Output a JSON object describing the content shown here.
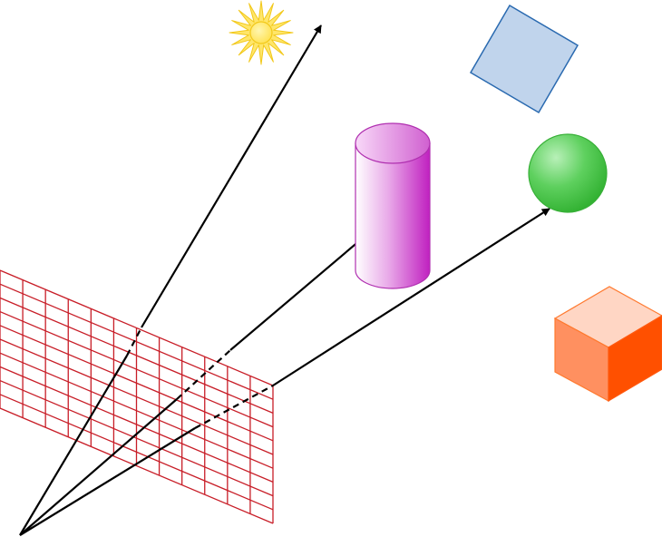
{
  "diagram": {
    "type": "ray-tracing-illustration",
    "labels": [],
    "elements": [
      {
        "name": "camera-eye-point"
      },
      {
        "name": "image-plane-grid",
        "columns": 12,
        "rows": 10
      },
      {
        "name": "ray-to-light"
      },
      {
        "name": "ray-to-cylinder"
      },
      {
        "name": "ray-to-sphere"
      },
      {
        "name": "sun-light-source-icon"
      },
      {
        "name": "cylinder-object"
      },
      {
        "name": "sphere-object"
      },
      {
        "name": "square-object"
      },
      {
        "name": "cube-object"
      }
    ],
    "colors": {
      "grid": "#c81e28",
      "rays": "#000000",
      "sun_fill": "#ffe66a",
      "sun_stroke": "#f2c81a",
      "cylinder": "#c838c8",
      "sphere": "#46c846",
      "square_fill": "#c0d4ec",
      "square_stroke": "#2a6ab0",
      "cube_top": "#ffd6c4",
      "cube_front": "#ff9060",
      "cube_side": "#ff5000"
    }
  }
}
